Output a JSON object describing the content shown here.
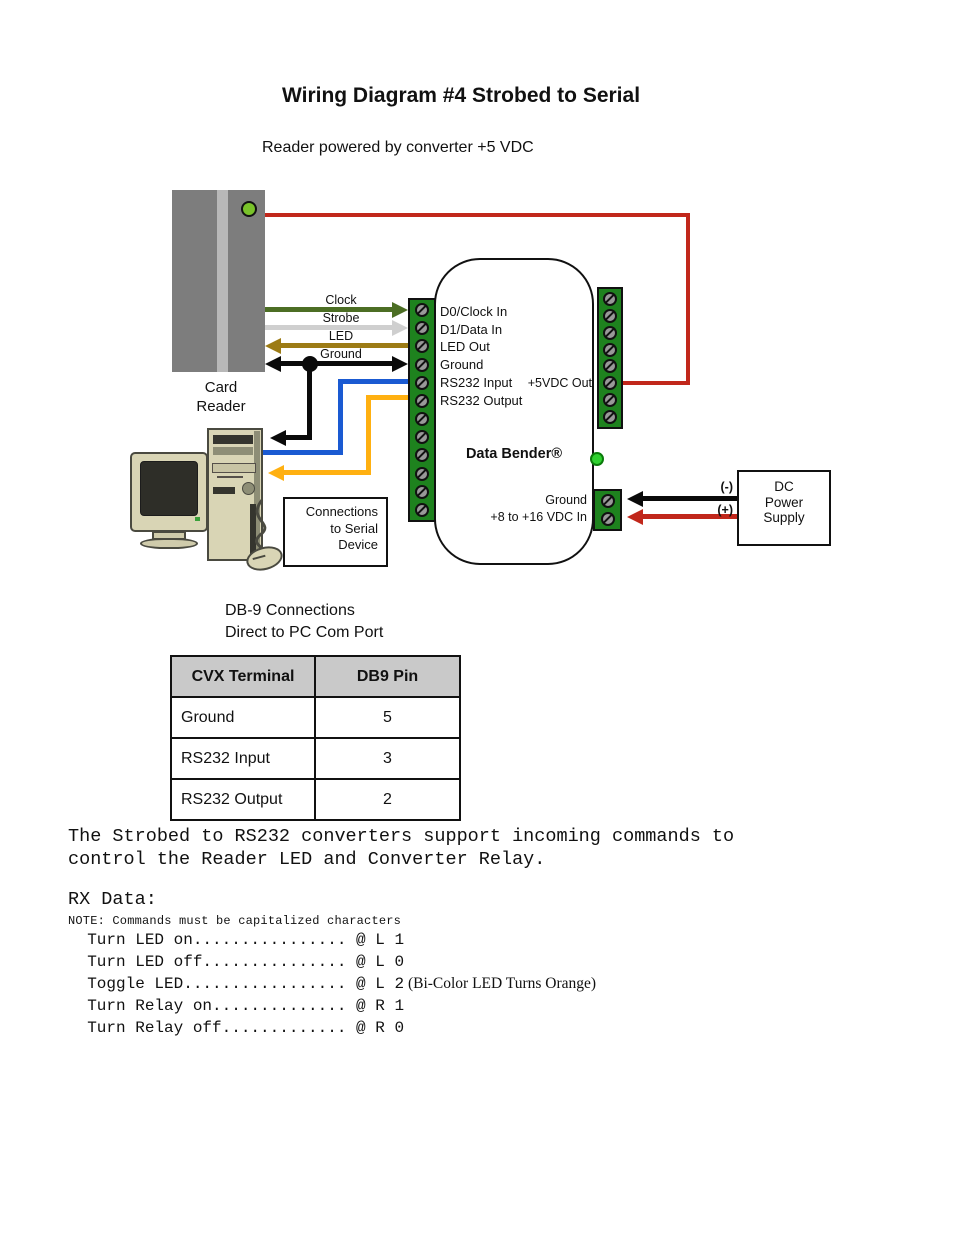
{
  "colors": {
    "wire-red": "#c1271b",
    "wire-clock": "#4c6e24",
    "wire-strobe": "#cfcfcf",
    "wire-led": "#9c7b15",
    "wire-black": "#0a0a0a",
    "wire-blue": "#1a5ad2",
    "wire-orange": "#ffb011",
    "terminal-green": "#1e821e",
    "led-green": "#79c22a",
    "table-header-bg": "#c9c9c9"
  },
  "header": {
    "title": "Wiring Diagram #4 Strobed to Serial",
    "subtitle": "Reader powered by converter +5 VDC"
  },
  "reader": {
    "label": "Card\nReader"
  },
  "wire_labels": {
    "clock": "Clock",
    "strobe": "Strobe",
    "led": "LED",
    "ground": "Ground"
  },
  "converter": {
    "name": "Data Bender®",
    "left_terminal_labels": [
      "D0/Clock In",
      "D1/Data In",
      "LED Out",
      "Ground",
      "RS232 Input",
      "RS232 Output"
    ],
    "left_screw_count": 12,
    "right_screw_count": 8,
    "vdc_out_label": "+5VDC Out",
    "power_terminal_labels": [
      "Ground",
      "+8 to +16 VDC In"
    ],
    "power_screw_count": 2
  },
  "power_supply": {
    "label": "DC\nPower\nSupply",
    "negative": "(-)",
    "positive": "(+)"
  },
  "serial_box": {
    "label": "Connections\nto Serial\nDevice"
  },
  "db9": {
    "caption": "DB-9 Connections\nDirect to PC Com Port",
    "headers": [
      "CVX Terminal",
      "DB9 Pin"
    ],
    "rows": [
      [
        "Ground",
        "5"
      ],
      [
        "RS232 Input",
        "3"
      ],
      [
        "RS232 Output",
        "2"
      ]
    ]
  },
  "body_text": {
    "paragraph": "The Strobed to RS232 converters support incoming commands to\ncontrol the Reader LED and Converter Relay.",
    "rx_heading": "RX Data:",
    "note": "NOTE: Commands must be capitalized characters",
    "commands": [
      {
        "text": "  Turn LED on................ @ L 1",
        "annotation": ""
      },
      {
        "text": "  Turn LED off............... @ L 0",
        "annotation": ""
      },
      {
        "text": "  Toggle LED................. @ L 2",
        "annotation": "(Bi-Color LED Turns Orange)"
      },
      {
        "text": "  Turn Relay on.............. @ R 1",
        "annotation": ""
      },
      {
        "text": "  Turn Relay off............. @ R 0",
        "annotation": ""
      }
    ]
  }
}
